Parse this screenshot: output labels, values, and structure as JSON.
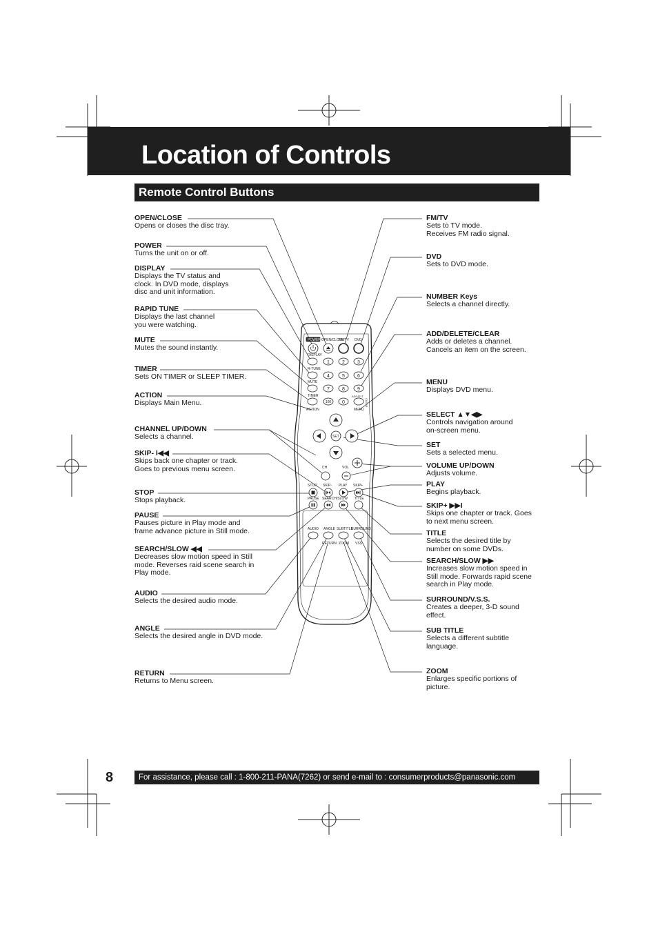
{
  "page": {
    "title": "Location of Controls",
    "section": "Remote Control Buttons",
    "number": "8",
    "footer": "For assistance, please call : 1-800-211-PANA(7262) or send e-mail to : consumerproducts@panasonic.com"
  },
  "left_items": [
    {
      "label": "OPEN/CLOSE",
      "desc": "Opens or closes the disc tray."
    },
    {
      "label": "POWER",
      "desc": "Turns the unit on or off."
    },
    {
      "label": "DISPLAY",
      "desc": "Displays the TV status and\nclock. In DVD mode, displays\ndisc and unit information."
    },
    {
      "label": "RAPID TUNE",
      "desc": "Displays the last channel\nyou were watching."
    },
    {
      "label": "MUTE",
      "desc": "Mutes the sound instantly."
    },
    {
      "label": "TIMER",
      "desc": "Sets ON TIMER or SLEEP TIMER."
    },
    {
      "label": "ACTION",
      "desc": "Displays Main Menu."
    },
    {
      "label": "CHANNEL UP/DOWN",
      "desc": "Selects a channel."
    },
    {
      "label": "SKIP- I◀◀",
      "desc": "Skips back one chapter or track.\nGoes to previous menu screen."
    },
    {
      "label": "STOP",
      "desc": "Stops playback."
    },
    {
      "label": "PAUSE",
      "desc": "Pauses picture in Play mode and\nframe advance picture in Still mode."
    },
    {
      "label": "SEARCH/SLOW ◀◀",
      "desc": "Decreases slow motion speed in Still\nmode. Reverses raid scene search in\nPlay mode."
    },
    {
      "label": "AUDIO",
      "desc": "Selects the desired audio mode."
    },
    {
      "label": "ANGLE",
      "desc": "Selects the desired angle in DVD mode."
    },
    {
      "label": "RETURN",
      "desc": "Returns to Menu screen."
    }
  ],
  "right_items": [
    {
      "label": "FM/TV",
      "desc": "Sets to TV mode.\nReceives FM radio signal."
    },
    {
      "label": "DVD",
      "desc": "Sets to DVD mode."
    },
    {
      "label": "NUMBER Keys",
      "desc": "Selects a channel directly."
    },
    {
      "label": "ADD/DELETE/CLEAR",
      "desc": "Adds or deletes a channel.\nCancels an item on the screen."
    },
    {
      "label": "MENU",
      "desc": "Displays DVD menu."
    },
    {
      "label": "SELECT ▲▼◀▶",
      "desc": "Controls navigation around\non-screen menu."
    },
    {
      "label": "SET",
      "desc": "Sets a selected menu."
    },
    {
      "label": "VOLUME UP/DOWN",
      "desc": "Adjusts volume."
    },
    {
      "label": "PLAY",
      "desc": "Begins playback."
    },
    {
      "label": "SKIP+ ▶▶I",
      "desc": "Skips one chapter or track. Goes\nto next menu screen."
    },
    {
      "label": "TITLE",
      "desc": "Selects the desired title by\nnumber on some DVDs."
    },
    {
      "label": "SEARCH/SLOW ▶▶",
      "desc": "Increases slow motion speed in\nStill mode. Forwards rapid scene\nsearch in Play mode."
    },
    {
      "label": "SURROUND/V.S.S.",
      "desc": "Creates a deeper, 3-D sound\neffect."
    },
    {
      "label": "SUB TITLE",
      "desc": "Selects a different subtitle\nlanguage."
    },
    {
      "label": "ZOOM",
      "desc": "Enlarges specific portions of\npicture."
    }
  ],
  "remote": {
    "top_labels": [
      "POWER",
      "OPEN/CLOSE",
      "FM/TV",
      "DVD"
    ],
    "display": "DISPLAY",
    "rtune": "R-TUNE",
    "mute": "MUTE",
    "timer": "TIMER",
    "action": "ACTION",
    "add_dlt": "ADD/DLT",
    "clear": "CLEAR",
    "menu": "MENU",
    "digits": [
      "1",
      "2",
      "3",
      "4",
      "5",
      "6",
      "7",
      "8",
      "9",
      "100",
      "0"
    ],
    "set": "SET",
    "ch": "CH",
    "vol": "VOL",
    "row1": [
      "STOP",
      "SKIP-",
      "PLAY",
      "SKIP+"
    ],
    "row2": [
      "PAUSE",
      "SEARCH/SLOW",
      "TITLE"
    ],
    "row3": [
      "AUDIO",
      "ANGLE",
      "SUBTITLE",
      "SURROUND"
    ],
    "row4": [
      "RETURN",
      "ZOOM",
      "VSS"
    ],
    "icons": [
      "power-icon",
      "eject-icon",
      "up-arrow-icon",
      "down-arrow-icon",
      "left-arrow-icon",
      "right-arrow-icon",
      "plus-icon",
      "minus-icon",
      "stop-icon",
      "pause-icon",
      "play-icon",
      "skip-back-icon",
      "skip-forward-icon",
      "rewind-icon",
      "fast-forward-icon"
    ]
  }
}
